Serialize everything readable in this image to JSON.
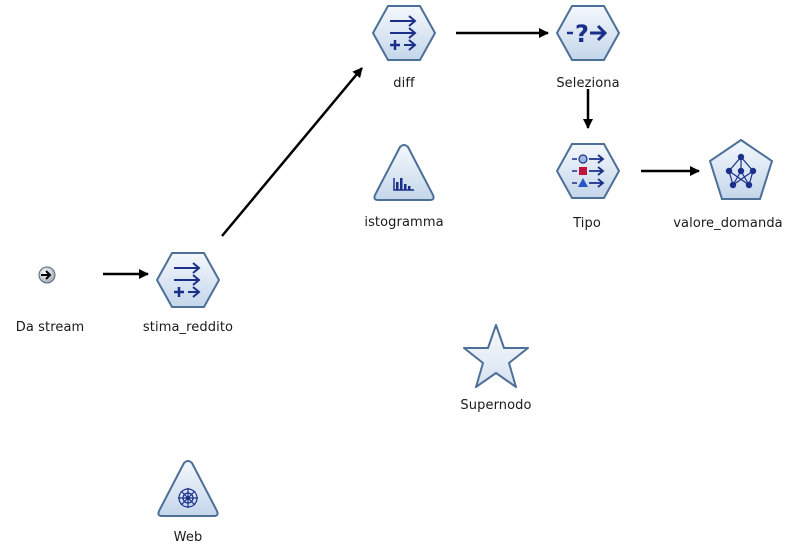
{
  "canvas": {
    "nodes": [
      {
        "id": "da_stream",
        "label": "Da stream",
        "shape": "input-connector",
        "icon": "arrow-input-icon"
      },
      {
        "id": "stima_reddito",
        "label": "stima_reddito",
        "shape": "hexagon",
        "icon": "derive-icon"
      },
      {
        "id": "diff",
        "label": "diff",
        "shape": "hexagon",
        "icon": "derive-icon"
      },
      {
        "id": "seleziona",
        "label": "Seleziona",
        "shape": "hexagon",
        "icon": "select-icon"
      },
      {
        "id": "istogramma",
        "label": "istogramma",
        "shape": "triangle",
        "icon": "histogram-icon"
      },
      {
        "id": "tipo",
        "label": "Tipo",
        "shape": "hexagon",
        "icon": "type-icon"
      },
      {
        "id": "valore_domanda",
        "label": "valore_domanda",
        "shape": "pentagon",
        "icon": "network-model-icon"
      },
      {
        "id": "supernodo",
        "label": "Supernodo",
        "shape": "star",
        "icon": "star-icon"
      },
      {
        "id": "web",
        "label": "Web",
        "shape": "triangle",
        "icon": "web-graph-icon"
      }
    ],
    "links": [
      {
        "from": "da_stream",
        "to": "stima_reddito"
      },
      {
        "from": "stima_reddito",
        "to": "diff"
      },
      {
        "from": "diff",
        "to": "seleziona"
      },
      {
        "from": "seleziona",
        "to": "tipo"
      },
      {
        "from": "tipo",
        "to": "valore_domanda"
      }
    ]
  },
  "colors": {
    "node_fill": "#dde8f4",
    "node_stroke": "#4d6f98",
    "icon": "#1a2f8a",
    "accent_red": "#c0143c",
    "link": "#000000",
    "label": "#1a1a1a"
  }
}
